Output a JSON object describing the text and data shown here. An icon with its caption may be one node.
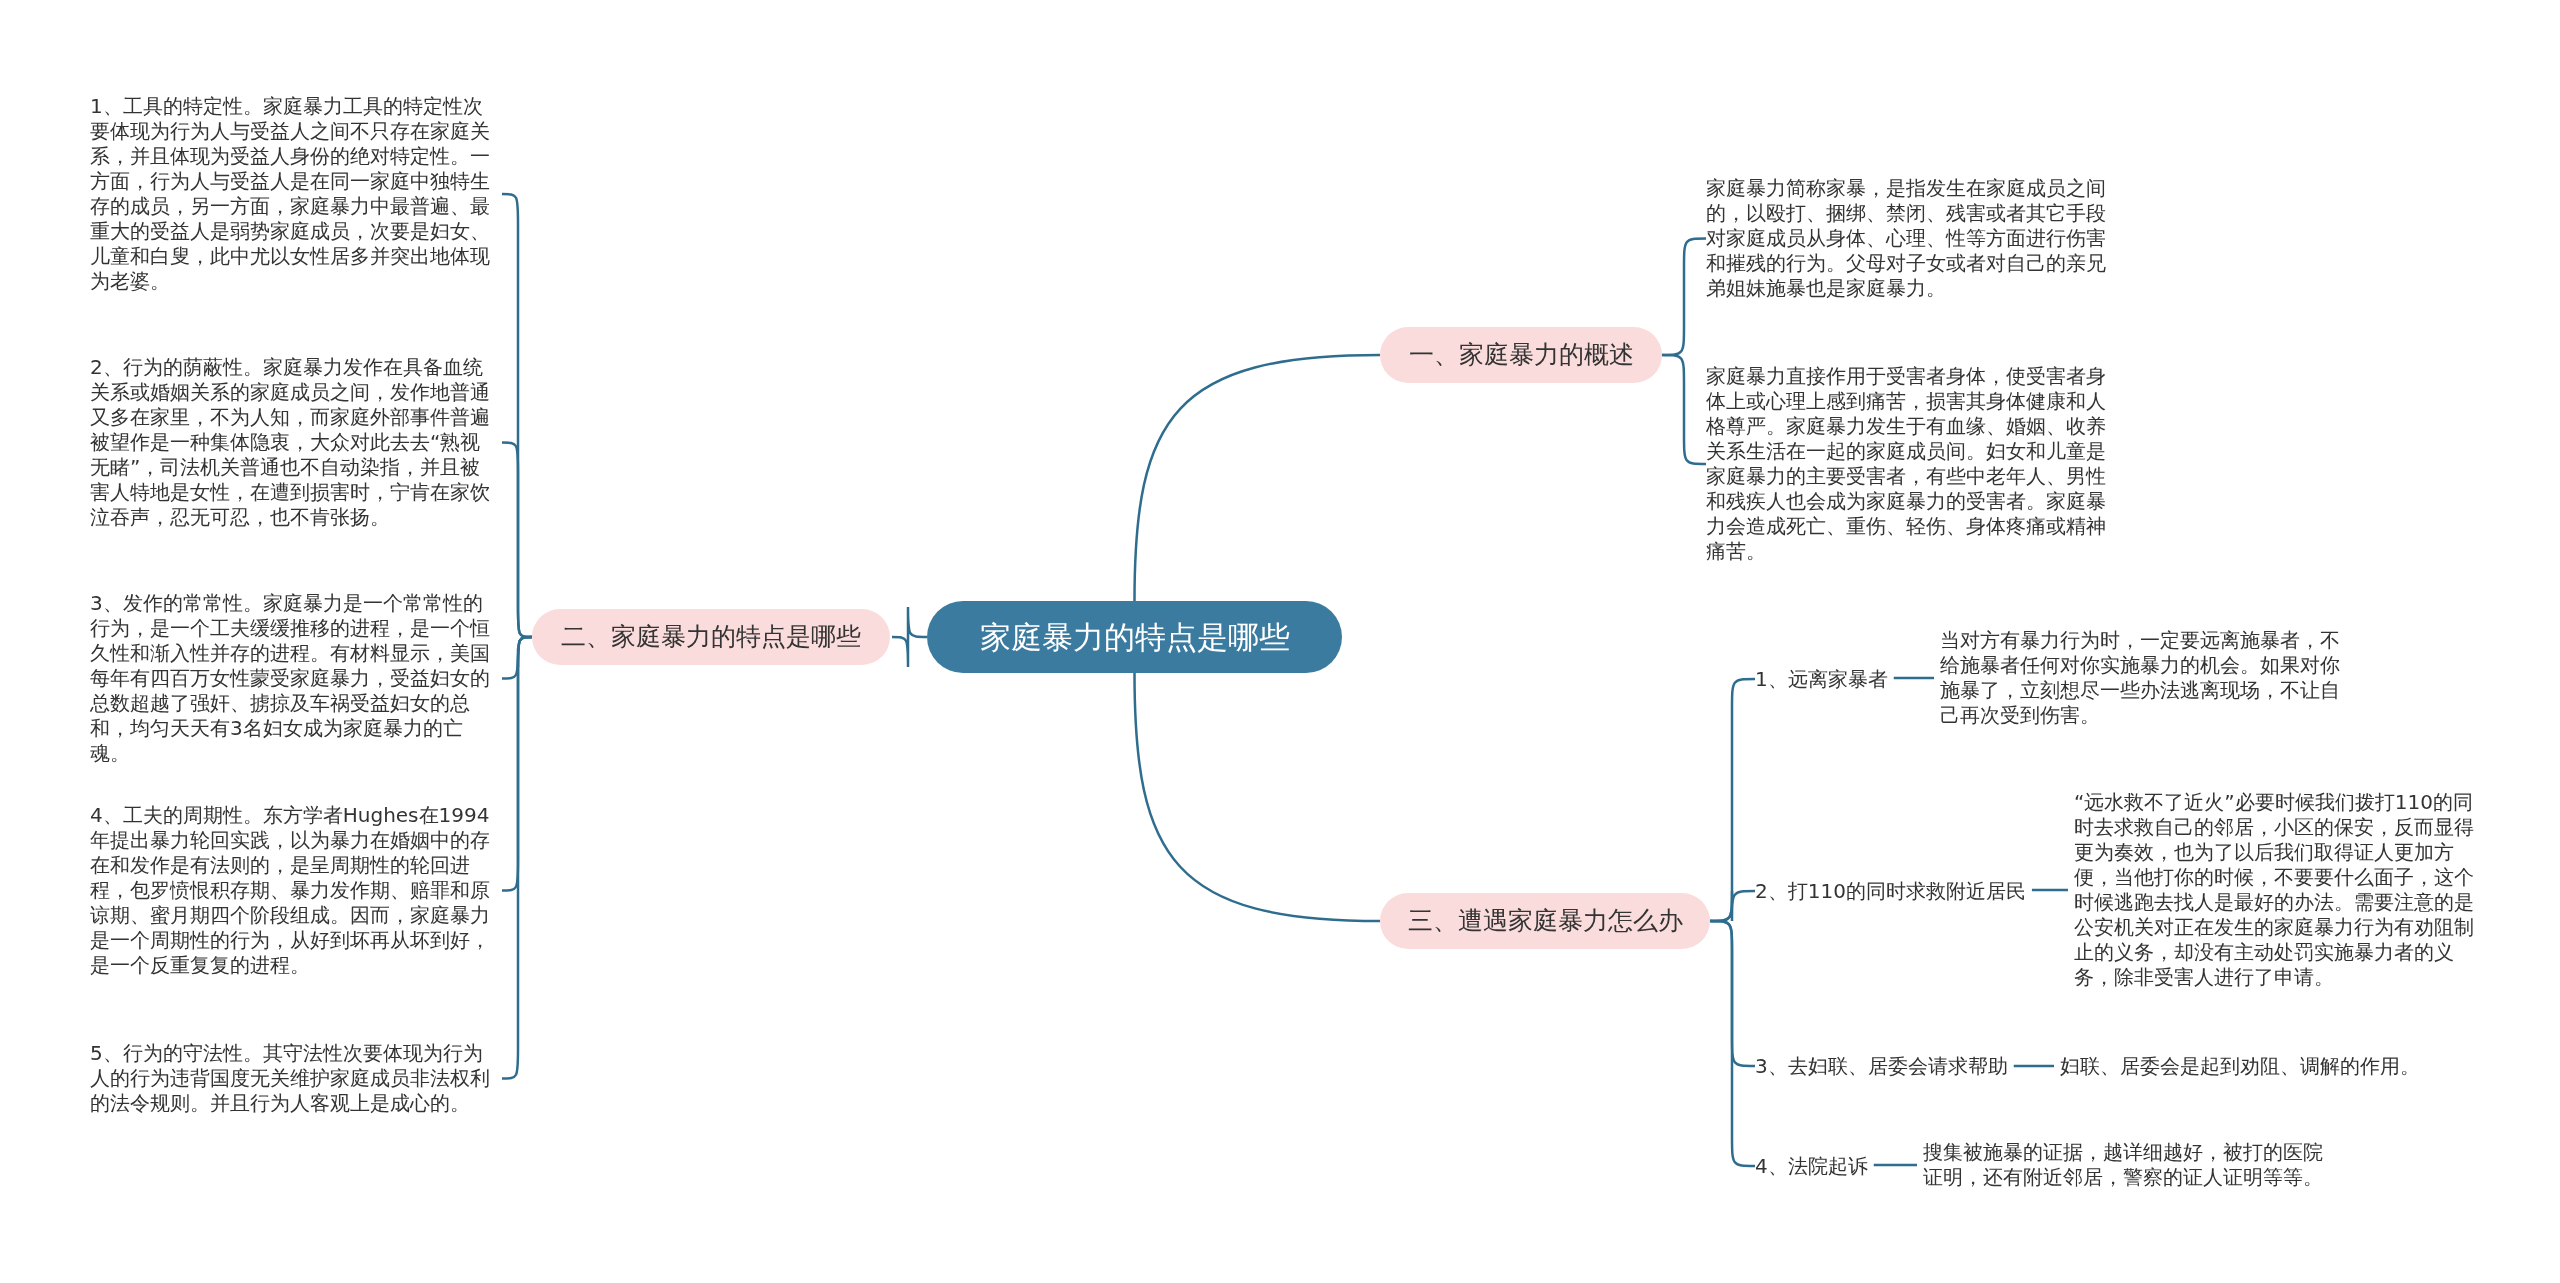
{
  "diagram": {
    "nodes": [
      {
        "text": [
          "家庭暴力的特点是哪些"
        ]
      },
      {
        "text": [
          "一、家庭暴力的概述"
        ]
      },
      {
        "text": [
          "家庭暴力简称家暴，是指发生在家庭成员之间的，以殴打、捆绑、禁闭、残害或者其它手段对家庭成员从身体、心理、性等方面进行伤害和摧残的行为。父母对子女或者对自己的亲兄弟姐妹施暴也是家庭暴力。"
        ]
      },
      {
        "text": [
          "家庭暴力直接作用于受害者身体，使受害者身体上或心理上感到痛苦，损害其身体健康和人格尊严。家庭暴力发生于有血缘、婚姻、收养关系生活在一起的家庭成员间。妇女和儿童是家庭暴力的主要受害者，有些中老年人、男性和残疾人也会成为家庭暴力的受害者。家庭暴力会造成死亡、重伤、轻伤、身体疼痛或精神痛苦。"
        ]
      },
      {
        "text": [
          "二、家庭暴力的特点是哪些"
        ]
      },
      {
        "text": [
          "1、工具的特定性。家庭暴力工具的特定性次要体现为行为人与受益人之间不只存在家庭关系，并且体现为受益人身份的绝对特定性。一方面，行为人与受益人是在同一家庭中独特生存的成员，另一方面，家庭暴力中最普遍、最重大的受益人是弱势家庭成员，次要是妇女、儿童和白叟，此中尤以女性居多并突出地体现为老婆。"
        ]
      },
      {
        "text": [
          "2、行为的荫蔽性。家庭暴力发作在具备血统关系或婚姻关系的家庭成员之间，发作地普通又多在家里，不为人知，而家庭外部事件普遍被望作是一种集体隐衷，大众对此去去“熟视无睹”，司法机关普通也不自动染指，并且被害人特地是女性，在遭到损害时，宁肯在家饮泣吞声，忍无可忍，也不肯张扬。"
        ]
      },
      {
        "text": [
          "3、发作的常常性。家庭暴力是一个常常性的行为，是一个工夫缓缓推移的进程，是一个恒久性和渐入性并存的进程。有材料显示，美国每年有四百万女性蒙受家庭暴力，受益妇女的总数超越了强奸、掳掠及车祸受益妇女的总和，均匀天天有3名妇女成为家庭暴力的亡魂。"
        ]
      },
      {
        "text": [
          "4、工夫的周期性。东方学者Hughes在1994年提出暴力轮回实践，以为暴力在婚姻中的存在和发作是有法则的，是呈周期性的轮回进程，包罗愤恨积存期、暴力发作期、赔罪和原谅期、蜜月期四个阶段组成。因而，家庭暴力是一个周期性的行为，从好到坏再从坏到好，是一个反重复复的进程。"
        ]
      },
      {
        "text": [
          "5、行为的守法性。其守法性次要体现为行为人的行为违背国度无关维护家庭成员非法权利的法令规则。并且行为人客观上是成心的。"
        ]
      },
      {
        "text": [
          "三、遭遇家庭暴力怎么办"
        ]
      },
      {
        "text": [
          "1、远离家暴者"
        ]
      },
      {
        "text": [
          "当对方有暴力行为时，一定要远离施暴者，不给施暴者任何对你实施暴力的机会。如果对你施暴了，立刻想尽一些办法逃离现场，不让自己再次受到伤害。"
        ]
      },
      {
        "text": [
          "2、打110的同时求救附近居民"
        ]
      },
      {
        "text": [
          "“远水救不了近火”必要时候我们拨打110的同时去求救自己的邻居，小区的保安，反而显得更为奏效，也为了以后我们取得证人更加方便，当他打你的时候，不要要什么面子，这个时候逃跑去找人是最好的办法。需要注意的是公安机关对正在发生的家庭暴力行为有劝阻制止的义务，却没有主动处罚实施暴力者的义务，除非受害人进行了申请。"
        ]
      },
      {
        "text": [
          "3、去妇联、居委会请求帮助"
        ]
      },
      {
        "text": [
          "妇联、居委会是起到劝阻、调解的作用。"
        ]
      },
      {
        "text": [
          "4、法院起诉"
        ]
      },
      {
        "text": [
          "搜集被施暴的证据，越详细越好，被打的医院证明，还有附近邻居，警察的证人证明等等。"
        ]
      }
    ],
    "edges": [
      {
        "from": 0,
        "to": 1,
        "arrow": "none"
      },
      {
        "from": 1,
        "to": 2,
        "arrow": "none"
      },
      {
        "from": 1,
        "to": 3,
        "arrow": "none"
      },
      {
        "from": 0,
        "to": 4,
        "arrow": "none"
      },
      {
        "from": 4,
        "to": 5,
        "arrow": "none"
      },
      {
        "from": 4,
        "to": 6,
        "arrow": "none"
      },
      {
        "from": 4,
        "to": 7,
        "arrow": "none"
      },
      {
        "from": 4,
        "to": 8,
        "arrow": "none"
      },
      {
        "from": 4,
        "to": 9,
        "arrow": "none"
      },
      {
        "from": 0,
        "to": 10,
        "arrow": "none"
      },
      {
        "from": 10,
        "to": 11,
        "arrow": "none"
      },
      {
        "from": 10,
        "to": 13,
        "arrow": "none"
      },
      {
        "from": 10,
        "to": 15,
        "arrow": "none"
      },
      {
        "from": 10,
        "to": 17,
        "arrow": "none"
      },
      {
        "from": 11,
        "to": 12,
        "arrow": "none"
      },
      {
        "from": 13,
        "to": 14,
        "arrow": "none"
      },
      {
        "from": 15,
        "to": 16,
        "arrow": "none"
      },
      {
        "from": 17,
        "to": 18,
        "arrow": "none"
      }
    ]
  }
}
